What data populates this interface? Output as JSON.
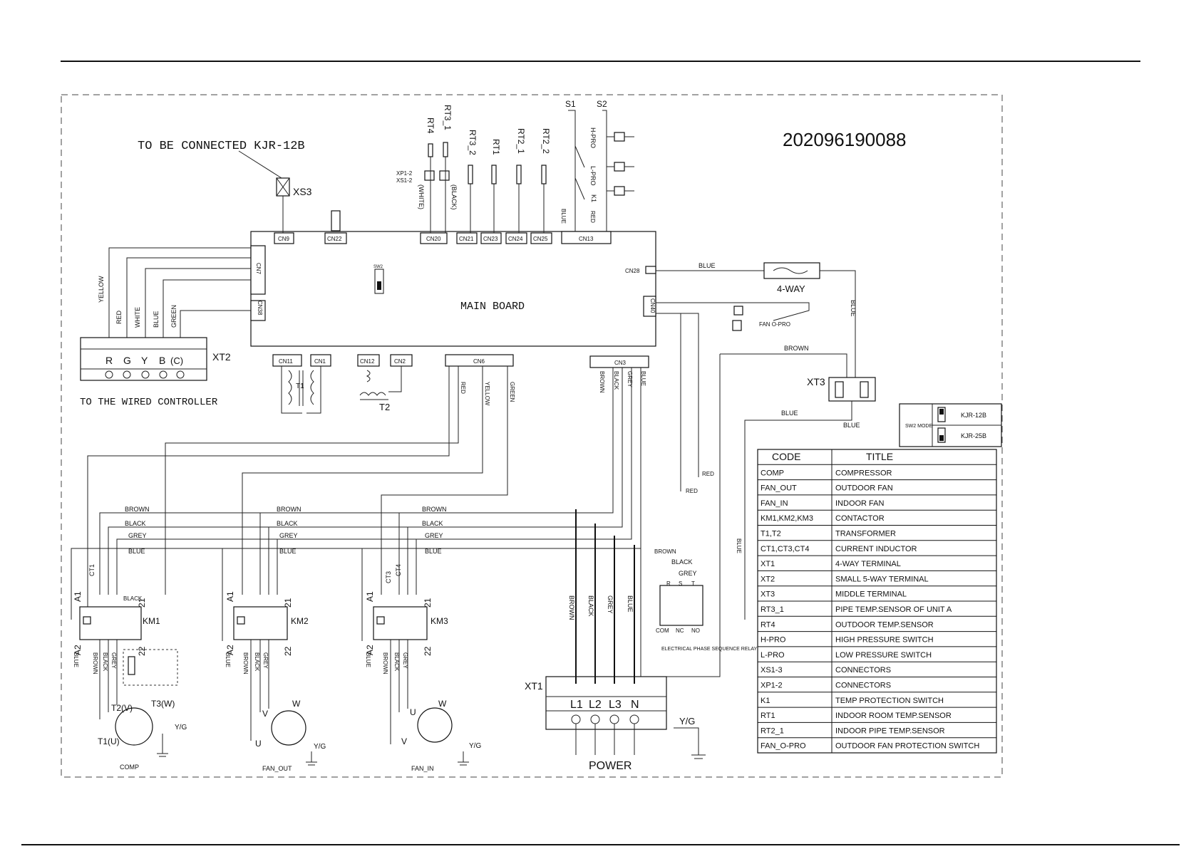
{
  "drawing_number": "202096190088",
  "main_board": {
    "title": "MAIN BOARD",
    "sw_label": "SW2",
    "connectors_top": [
      "CN9",
      "CN22",
      "CN20",
      "CN21",
      "CN23",
      "CN24",
      "CN25",
      "CN13"
    ],
    "connectors_bottom": [
      "CN11",
      "CN1",
      "CN12",
      "CN2",
      "CN6",
      "CN3"
    ],
    "connectors_left": [
      "CN7",
      "CN38"
    ],
    "connectors_right": [
      "CN28",
      "CN40"
    ]
  },
  "labels": {
    "kjr_note": "TO BE CONNECTED KJR-12B",
    "xs3": "XS3",
    "wired_controller": "TO THE WIRED CONTROLLER",
    "xt2": "XT2",
    "xt3": "XT3",
    "xt1": "XT1",
    "t1": "T1",
    "t2": "T2",
    "four_way": "4-WAY",
    "fan_o_pro": "FAN O-PRO",
    "s1": "S1",
    "s2": "S2",
    "h_pro": "H-PRO",
    "l_pro": "L-PRO",
    "k1": "K1",
    "xp1": "XP1-2",
    "xs1": "XS1-2",
    "white_p": "(WHITE)",
    "black_p": "(BLACK)",
    "power": "POWER",
    "yg": "Y/G",
    "comp": "COMP",
    "fan_out": "FAN_OUT",
    "fan_in": "FAN_IN",
    "km1": "KM1",
    "km2": "KM2",
    "km3": "KM3",
    "ct1": "CT1",
    "ct3": "CT3",
    "ct4": "CT4",
    "a1": "A1",
    "a2": "A2",
    "n21": "21",
    "n22": "22",
    "t1u": "T1(U)",
    "t2v": "T2(V)",
    "t3w": "T3(W)",
    "u": "U",
    "v": "V",
    "w": "W",
    "phase_seq": "ELECTRICAL PHASE SEQUENCE RELAY",
    "com": "COM",
    "nc": "NC",
    "no": "NO",
    "r": "R",
    "s": "S",
    "t": "T"
  },
  "sensors": [
    "RT4",
    "RT3_1",
    "RT3_2",
    "RT1",
    "RT2_1",
    "RT2_2"
  ],
  "xt2_terminals": [
    "R",
    "G",
    "Y",
    "B",
    "(C)"
  ],
  "xt1_terminals": [
    "L1",
    "L2",
    "L3",
    "N"
  ],
  "wires": {
    "yellow": "YELLOW",
    "red": "RED",
    "white": "WHITE",
    "blue": "BLUE",
    "green": "GREEN",
    "brown": "BROWN",
    "black": "BLACK",
    "grey": "GREY"
  },
  "sw_mode": {
    "header": "SW2 MODE",
    "rows": [
      {
        "label": "KJR-12B"
      },
      {
        "label": "KJR-25B"
      }
    ]
  },
  "legend": {
    "headers": [
      "CODE",
      "TITLE"
    ],
    "rows": [
      [
        "COMP",
        "COMPRESSOR"
      ],
      [
        "FAN_OUT",
        "OUTDOOR FAN"
      ],
      [
        "FAN_IN",
        "INDOOR FAN"
      ],
      [
        "KM1,KM2,KM3",
        "CONTACTOR"
      ],
      [
        "T1,T2",
        "TRANSFORMER"
      ],
      [
        "CT1,CT3,CT4",
        "CURRENT INDUCTOR"
      ],
      [
        "XT1",
        "4-WAY TERMINAL"
      ],
      [
        "XT2",
        "SMALL 5-WAY TERMINAL"
      ],
      [
        "XT3",
        "MIDDLE TERMINAL"
      ],
      [
        "RT3_1",
        "PIPE TEMP.SENSOR OF UNIT A"
      ],
      [
        "RT4",
        "OUTDOOR TEMP.SENSOR"
      ],
      [
        "H-PRO",
        "HIGH PRESSURE SWITCH"
      ],
      [
        "L-PRO",
        "LOW PRESSURE SWITCH"
      ],
      [
        "XS1-3",
        "CONNECTORS"
      ],
      [
        "XP1-2",
        "CONNECTORS"
      ],
      [
        "K1",
        "TEMP PROTECTION SWITCH"
      ],
      [
        "RT1",
        "INDOOR ROOM TEMP.SENSOR"
      ],
      [
        "RT2_1",
        "INDOOR PIPE TEMP.SENSOR"
      ],
      [
        "FAN_O-PRO",
        "OUTDOOR FAN PROTECTION SWITCH"
      ]
    ]
  }
}
